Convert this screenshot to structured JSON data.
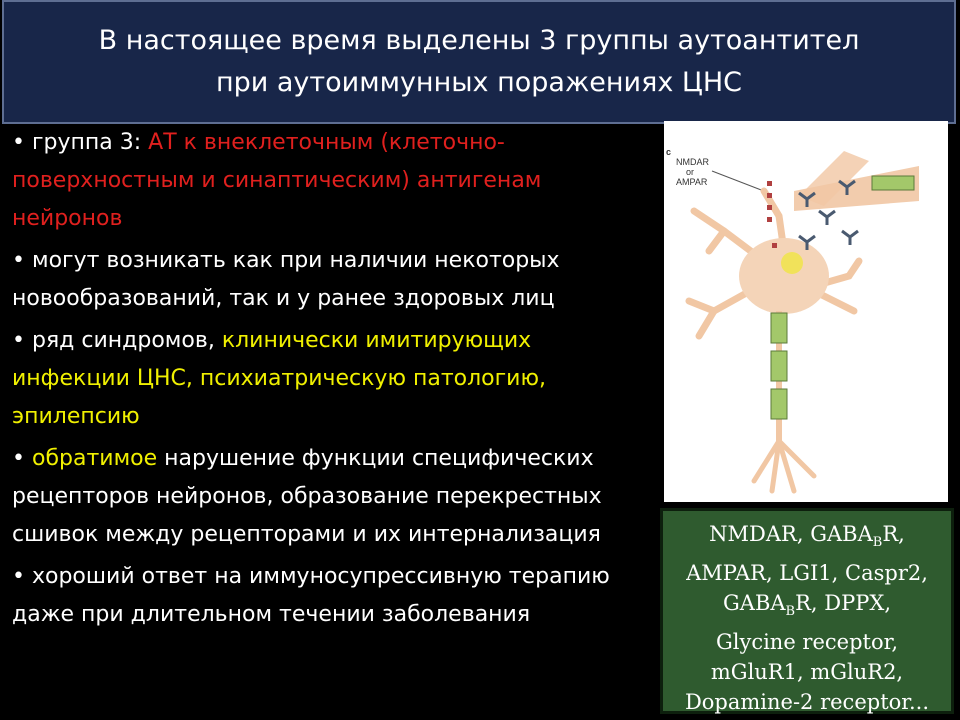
{
  "slide": {
    "title_line1": "В настоящее время выделены 3 группы аутоантител",
    "title_line2": "при аутоиммунных поражениях ЦНС"
  },
  "bullets": [
    {
      "bullet": "• ",
      "a": "группа 3: ",
      "b": "АТ к внеклеточным (клеточно-поверхностным и синаптическим) антигенам нейронов",
      "c": ""
    },
    {
      "bullet": "• ",
      "a": "могут возникать как при наличии некоторых новообразований, так и у ранее здоровых лиц",
      "b": "",
      "c": ""
    },
    {
      "bullet": "• ",
      "a": "ряд синдромов, ",
      "b": "клинически имитирующих инфекции ЦНС, психиатрическую патологию, эпилепсию",
      "c": ""
    },
    {
      "bullet": "• ",
      "a": "",
      "b": "обратимое",
      "c": " нарушение функции специфических рецепторов нейронов, образование перекрестных сшивок между рецепторами и их интернализация"
    },
    {
      "bullet": " • ",
      "a": "хороший ответ на иммуносупрессивную терапию даже при длительном течении заболевания",
      "b": "",
      "c": ""
    }
  ],
  "figure": {
    "panel_letter": "c",
    "label_line1": "NMDAR",
    "label_line2": "or",
    "label_line3": "AMPAR"
  },
  "antigens": {
    "l1_a": "NMDAR, GABA",
    "l1_sub": "B",
    "l1_b": "R,",
    "l2": "AMPAR, LGI1, Caspr2,",
    "l3_a": "GABA",
    "l3_sub": "B",
    "l3_b": "R, DPPX,",
    "l4": "Glycine receptor,",
    "l5": "mGluR1, mGluR2,",
    "l6": "Dopamine-2 receptor..."
  }
}
